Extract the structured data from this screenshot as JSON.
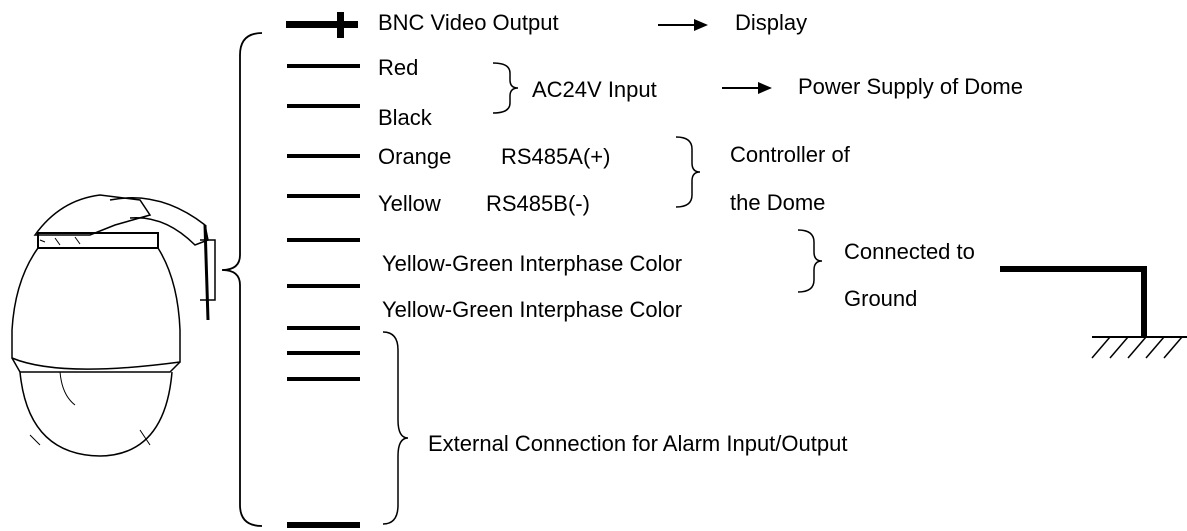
{
  "labels": {
    "bnc": "BNC Video Output",
    "display": "Display",
    "red": "Red",
    "black": "Black",
    "ac24v": "AC24V Input",
    "power": "Power Supply of Dome",
    "orange": "Orange",
    "rs485a": "RS485A(+)",
    "yellow": "Yellow",
    "rs485b": "RS485B(-)",
    "controller1": "Controller of",
    "controller2": "the Dome",
    "yg1": "Yellow-Green Interphase Color",
    "yg2": "Yellow-Green Interphase Color",
    "ground1": "Connected to",
    "ground2": "Ground",
    "alarm": "External Connection for Alarm Input/Output"
  }
}
